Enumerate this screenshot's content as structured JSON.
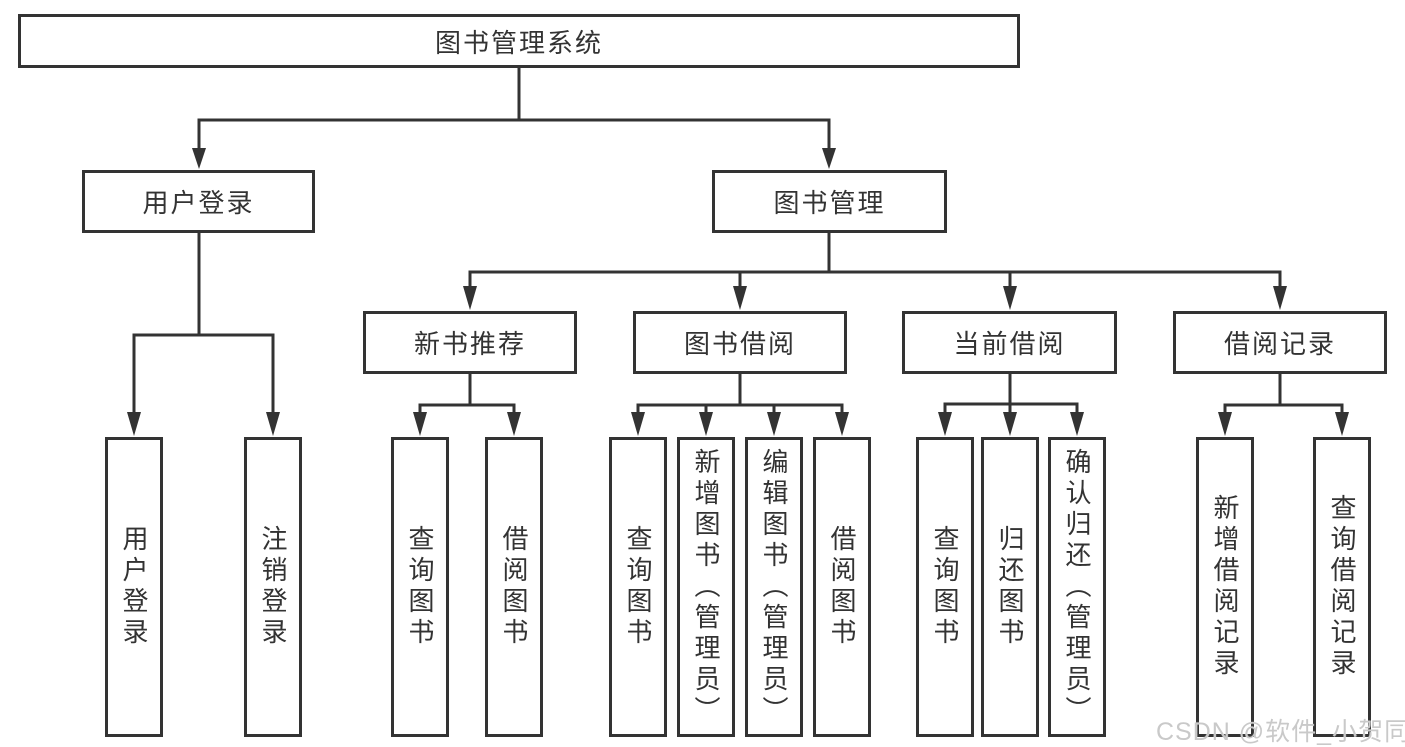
{
  "diagram": {
    "root": {
      "label": "图书管理系统"
    },
    "branches": [
      {
        "label": "用户登录",
        "children": [
          {
            "label": "用户登录"
          },
          {
            "label": "注销登录"
          }
        ]
      },
      {
        "label": "图书管理",
        "children": [
          {
            "label": "新书推荐",
            "children": [
              {
                "label": "查询图书"
              },
              {
                "label": "借阅图书"
              }
            ]
          },
          {
            "label": "图书借阅",
            "children": [
              {
                "label": "查询图书"
              },
              {
                "label": "新增图书（管理员）"
              },
              {
                "label": "编辑图书（管理员）"
              },
              {
                "label": "借阅图书"
              }
            ]
          },
          {
            "label": "当前借阅",
            "children": [
              {
                "label": "查询图书"
              },
              {
                "label": "归还图书"
              },
              {
                "label": "确认归还（管理员）"
              }
            ]
          },
          {
            "label": "借阅记录",
            "children": [
              {
                "label": "新增借阅记录"
              },
              {
                "label": "查询借阅记录"
              }
            ]
          }
        ]
      }
    ]
  },
  "watermark": {
    "text": "CSDN @软件_小贺同学"
  },
  "colors": {
    "line": "#333333",
    "text": "#333333",
    "box_background": "#ffffff",
    "watermark": "#c9c9c9"
  }
}
